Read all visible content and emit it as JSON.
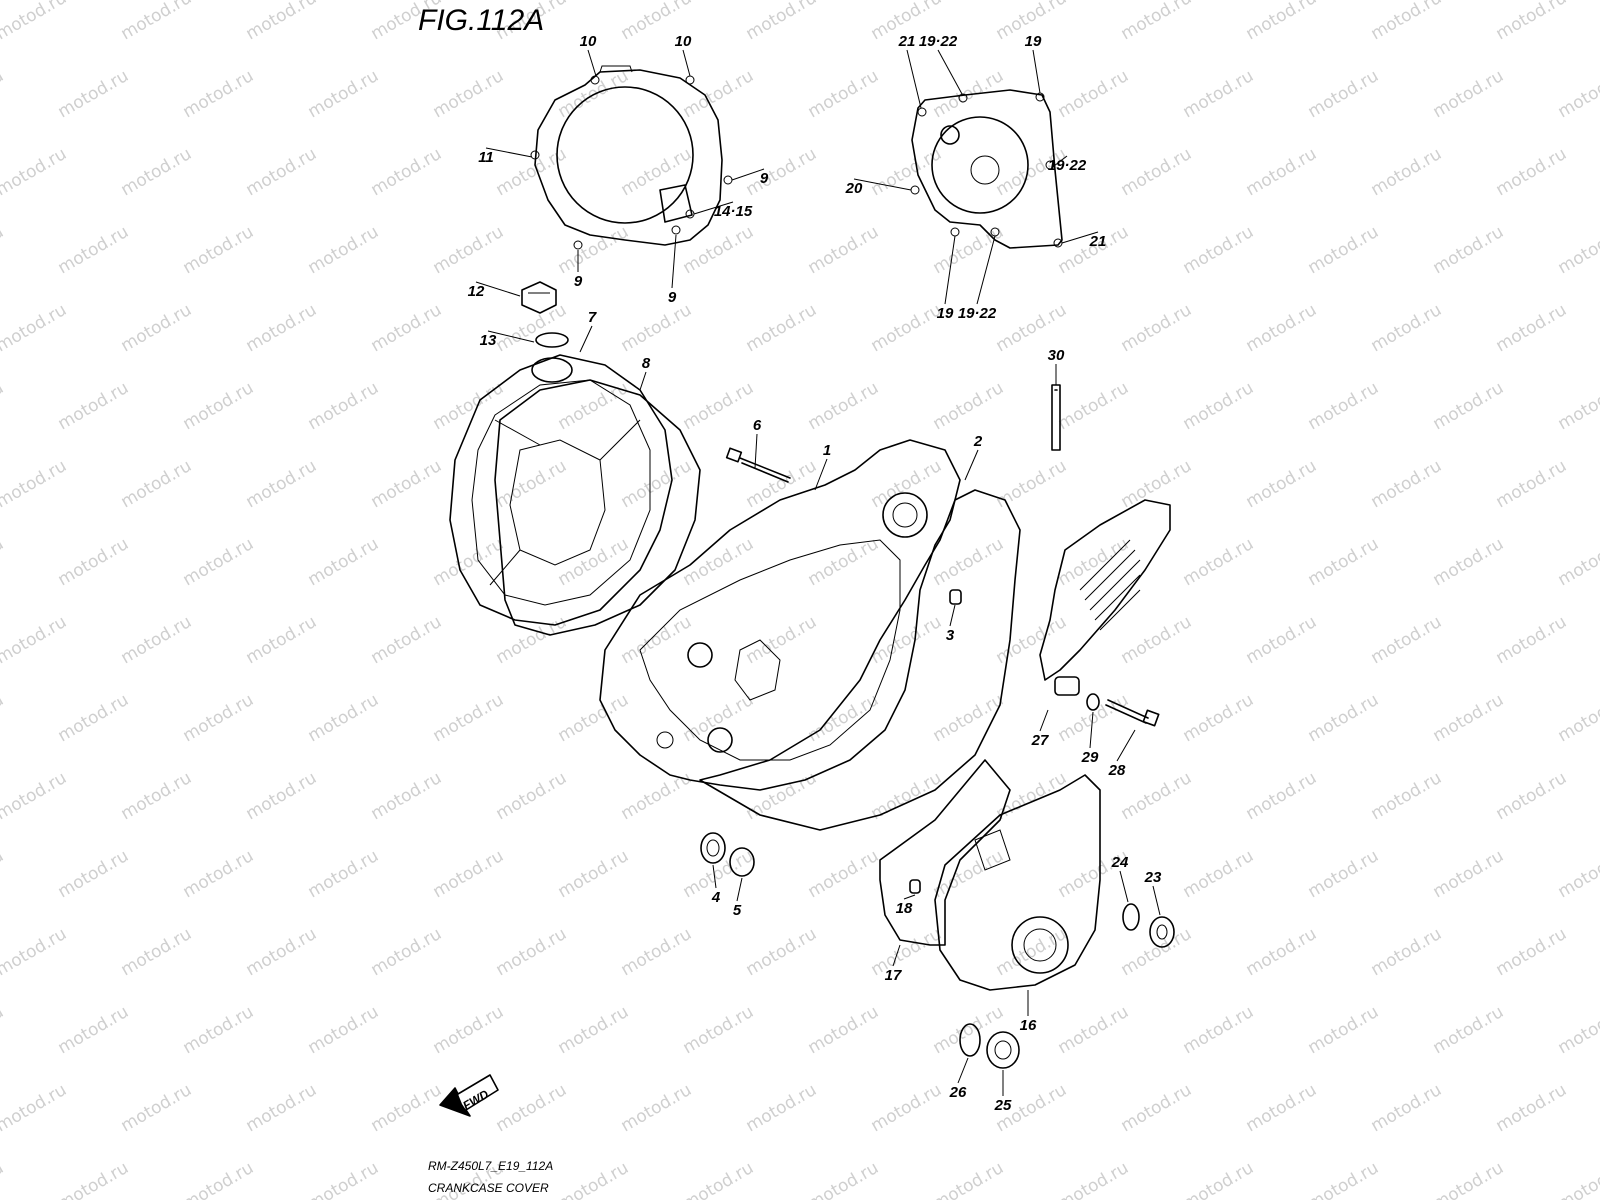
{
  "figure": {
    "title": "FIG.112A",
    "code": "RM-Z450L7_E19_112A",
    "caption": "CRANKCASE COVER",
    "fwd_label": "FWD",
    "watermark": "motod.ru"
  },
  "callouts": [
    {
      "id": "1",
      "text": "1"
    },
    {
      "id": "2",
      "text": "2"
    },
    {
      "id": "3",
      "text": "3"
    },
    {
      "id": "4",
      "text": "4"
    },
    {
      "id": "5",
      "text": "5"
    },
    {
      "id": "6",
      "text": "6"
    },
    {
      "id": "7",
      "text": "7"
    },
    {
      "id": "8",
      "text": "8"
    },
    {
      "id": "9a",
      "text": "9"
    },
    {
      "id": "9b",
      "text": "9"
    },
    {
      "id": "9c",
      "text": "9"
    },
    {
      "id": "10a",
      "text": "10"
    },
    {
      "id": "10b",
      "text": "10"
    },
    {
      "id": "11",
      "text": "11"
    },
    {
      "id": "12",
      "text": "12"
    },
    {
      "id": "13",
      "text": "13"
    },
    {
      "id": "14-15",
      "text": "14·15"
    },
    {
      "id": "16",
      "text": "16"
    },
    {
      "id": "17",
      "text": "17"
    },
    {
      "id": "18",
      "text": "18"
    },
    {
      "id": "19-22a",
      "text": "19·22"
    },
    {
      "id": "19a",
      "text": "19"
    },
    {
      "id": "19-22b",
      "text": "19·22"
    },
    {
      "id": "19b",
      "text": "19"
    },
    {
      "id": "19-22c",
      "text": "19·22"
    },
    {
      "id": "20",
      "text": "20"
    },
    {
      "id": "21a",
      "text": "21"
    },
    {
      "id": "21b",
      "text": "21"
    },
    {
      "id": "23",
      "text": "23"
    },
    {
      "id": "24",
      "text": "24"
    },
    {
      "id": "25",
      "text": "25"
    },
    {
      "id": "26",
      "text": "26"
    },
    {
      "id": "27",
      "text": "27"
    },
    {
      "id": "28",
      "text": "28"
    },
    {
      "id": "29",
      "text": "29"
    },
    {
      "id": "30",
      "text": "30"
    }
  ]
}
